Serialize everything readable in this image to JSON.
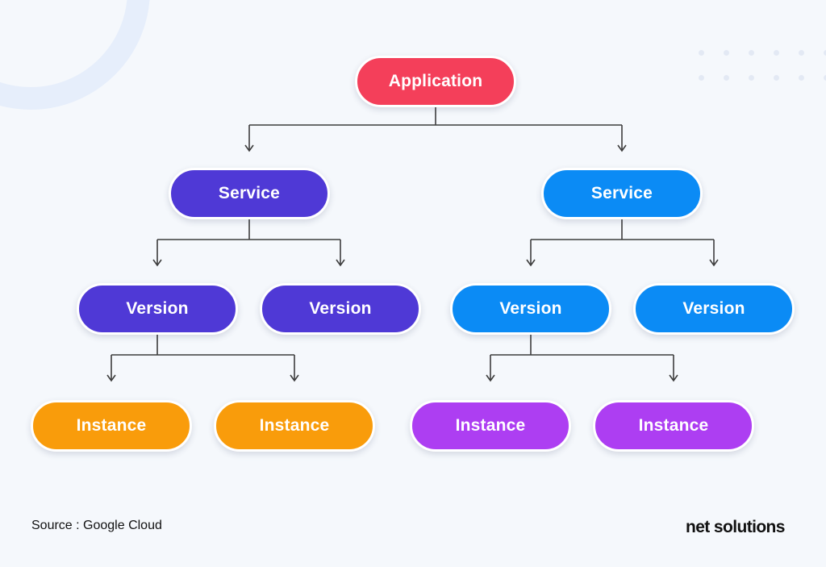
{
  "diagram": {
    "root": {
      "label": "Application",
      "color": "#f43f5a"
    },
    "branches": [
      {
        "service": {
          "label": "Service",
          "color": "#4f39d6"
        },
        "versions": [
          {
            "label": "Version",
            "color": "#4f39d6"
          },
          {
            "label": "Version",
            "color": "#4f39d6"
          }
        ],
        "instances": [
          {
            "label": "Instance",
            "color": "#f99c0b"
          },
          {
            "label": "Instance",
            "color": "#f99c0b"
          }
        ]
      },
      {
        "service": {
          "label": "Service",
          "color": "#0b8bf5"
        },
        "versions": [
          {
            "label": "Version",
            "color": "#0b8bf5"
          },
          {
            "label": "Version",
            "color": "#0b8bf5"
          }
        ],
        "instances": [
          {
            "label": "Instance",
            "color": "#ad3ef2"
          },
          {
            "label": "Instance",
            "color": "#ad3ef2"
          }
        ]
      }
    ],
    "connector_color": "#3d3d3d"
  },
  "footer": {
    "source": "Source : Google Cloud",
    "logo": "net solutions"
  }
}
